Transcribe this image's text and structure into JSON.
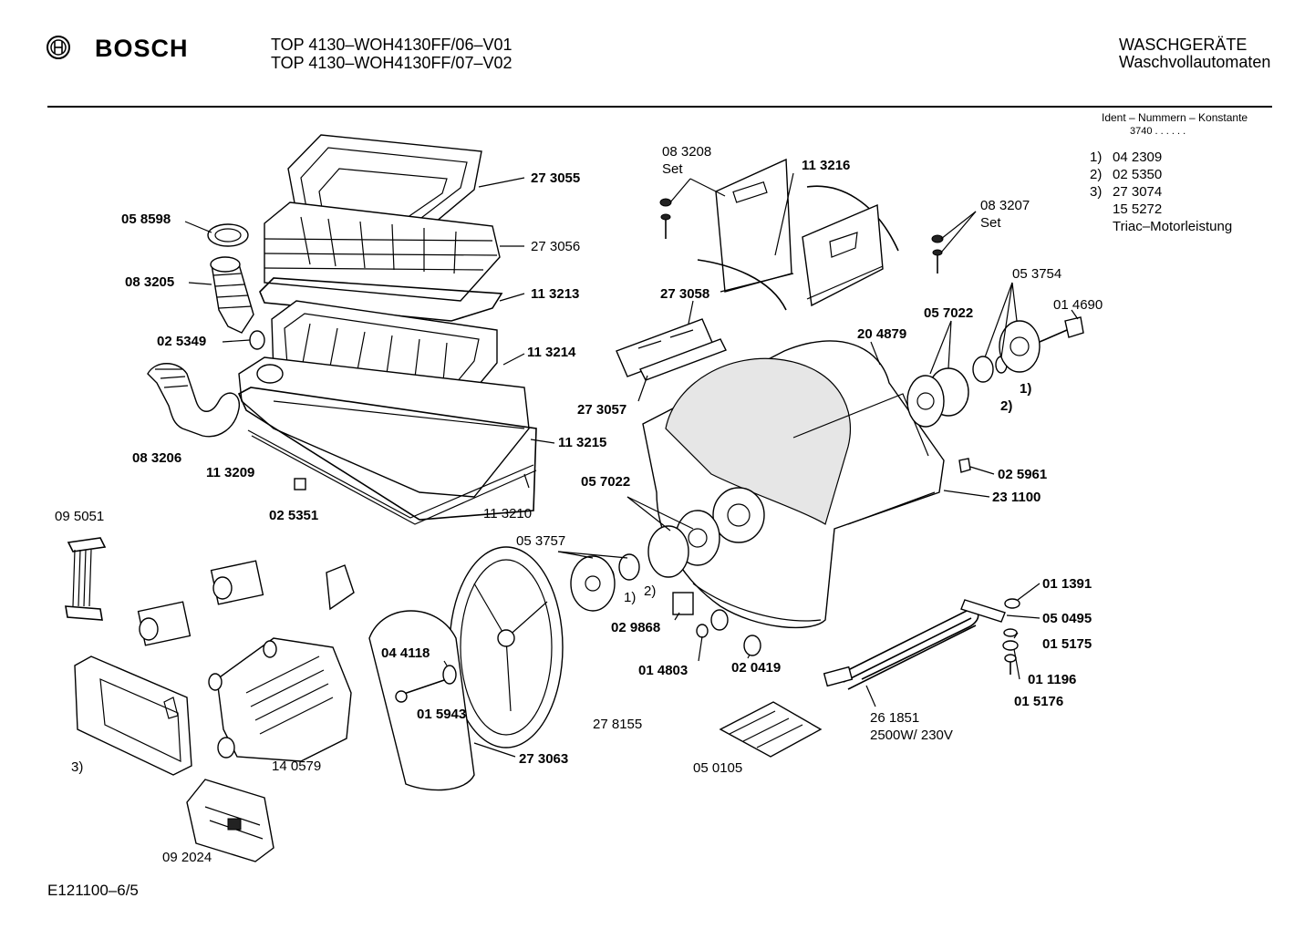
{
  "header": {
    "brand": "BOSCH",
    "model_line1": "TOP 4130–WOH4130FF/06–V01",
    "model_line2": "TOP 4130–WOH4130FF/07–V02",
    "category_line1": "WASCHGERÄTE",
    "category_line2": "Waschvollautomaten",
    "logo_icon": "bosch-armature-logo-icon"
  },
  "ident": {
    "title": "Ident – Nummern – Konstante",
    "value": "3740 .  .  .  .  .  ."
  },
  "notes": [
    {
      "num": "1)",
      "text": "04 2309"
    },
    {
      "num": "2)",
      "text": "02 5350"
    },
    {
      "num": "3)",
      "text": "27 3074"
    },
    {
      "num": "",
      "text": "15 5272"
    },
    {
      "num": "",
      "text": "Triac–Motorleistung"
    }
  ],
  "footer": {
    "code": "E121100–6/5"
  },
  "labels": {
    "p273055": "27 3055",
    "p058598": "05 8598",
    "p273056": "27 3056",
    "p083205": "08 3205",
    "p113213": "11 3213",
    "p025349": "02 5349",
    "p113214": "11 3214",
    "p083206": "08 3206",
    "p113209": "11 3209",
    "p113215": "11 3215",
    "p025351": "02 5351",
    "p113210": "11 3210",
    "p083208": "08 3208",
    "set1": "Set",
    "p113216": "11 3216",
    "p083207": "08 3207",
    "set2": "Set",
    "p273058": "27 3058",
    "p273057": "27 3057",
    "p204879": "20 4879",
    "p057022a": "05 7022",
    "p053754": "05 3754",
    "p014690": "01 4690",
    "n1a": "1)",
    "n2a": "2)",
    "p025961": "02 5961",
    "p231100": "23 1100",
    "p057022b": "05 7022",
    "p053757": "05 3757",
    "n1b": "1)",
    "n2b": "2)",
    "p095051": "09 5051",
    "p029868": "02 9868",
    "p014803": "01 4803",
    "p020419": "02 0419",
    "p044118": "04 4118",
    "p015943": "01 5943",
    "p278155": "27 8155",
    "p273063": "27 3063",
    "p140579": "14 0579",
    "n3": "3)",
    "p092024": "09 2024",
    "p050105": "05 0105",
    "p011391": "01 1391",
    "p050495": "05 0495",
    "p015175": "01 5175",
    "p011196": "01 1196",
    "p015176": "01 5176",
    "p261851": "26 1851",
    "power": "2500W/ 230V"
  }
}
